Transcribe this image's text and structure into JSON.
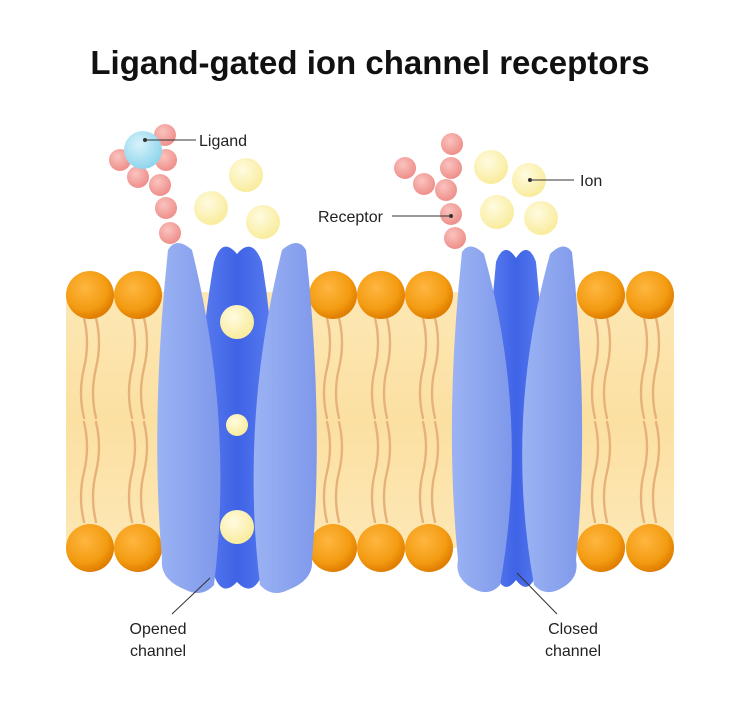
{
  "title": "Ligand-gated ion channel receptors",
  "labels": {
    "ligand": "Ligand",
    "ion": "Ion",
    "receptor": "Receptor",
    "opened_line1": "Opened",
    "opened_line2": "channel",
    "closed_line1": "Closed",
    "closed_line2": "channel"
  },
  "colors": {
    "membrane_core": "#fde3a7",
    "lipid_head": "#f39c12",
    "lipid_tail": "#e9b37a",
    "channel_outer": "#8ea7ef",
    "channel_inner": "#4f72ea",
    "receptor_bead": "#f5a3a0",
    "ligand": "#a7dff0",
    "ion": "#fbf2b2",
    "text": "#222222"
  }
}
